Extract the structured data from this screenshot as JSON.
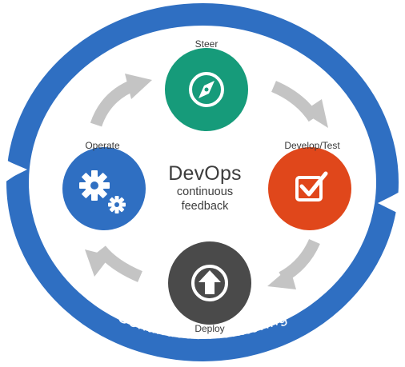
{
  "center": {
    "title": "DevOps",
    "line1": "continuous",
    "line2": "feedback"
  },
  "stages": {
    "steer": {
      "label": "Steer",
      "color": "#169b7a",
      "icon": "compass-icon"
    },
    "develop": {
      "label": "Develop/Test",
      "color": "#e0471b",
      "icon": "checkbox-icon"
    },
    "deploy": {
      "label": "Deploy",
      "color": "#4a4a4a",
      "icon": "upload-arrow-icon"
    },
    "operate": {
      "label": "Operate",
      "color": "#2f6fc2",
      "icon": "gears-icon"
    }
  },
  "ring": {
    "label": "Continuous Monitoring",
    "color": "#2f6fc2"
  },
  "arrow_color": "#c4c4c4"
}
